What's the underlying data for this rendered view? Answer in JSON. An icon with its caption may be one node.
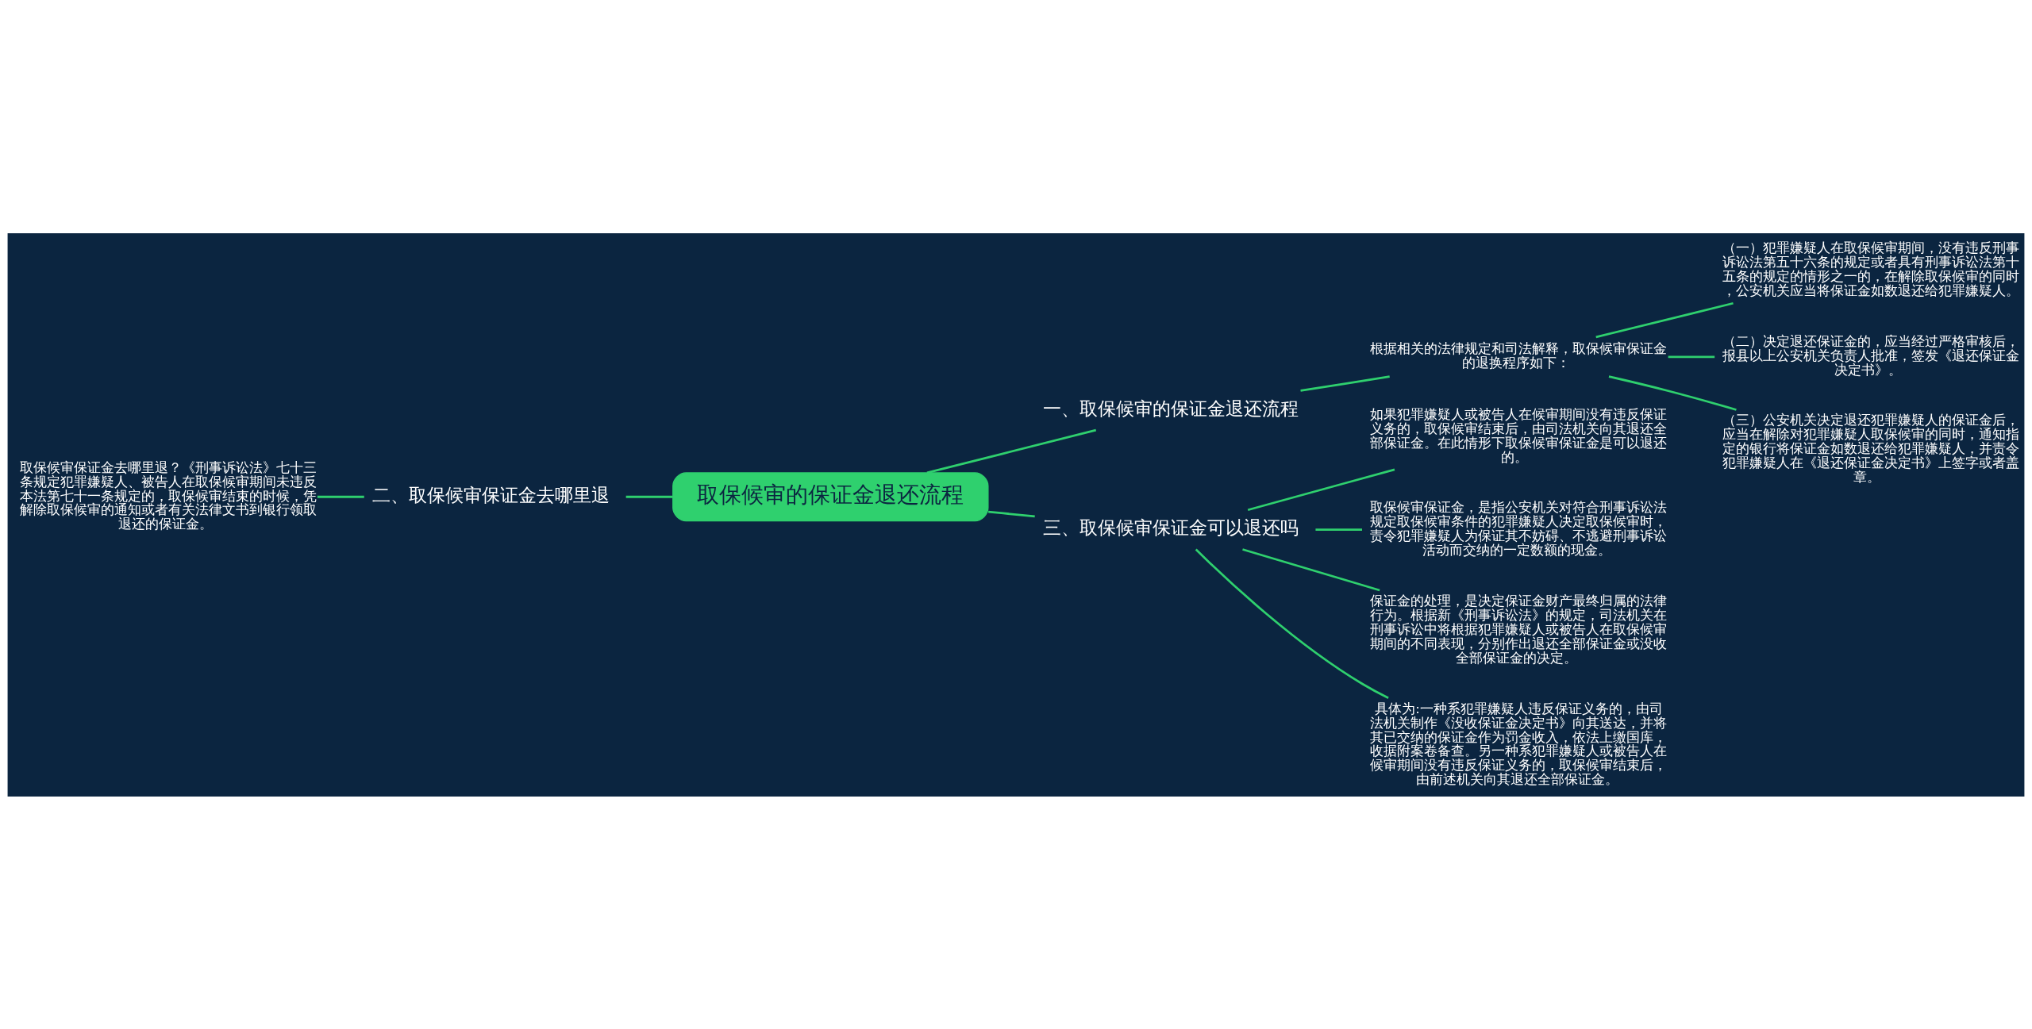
{
  "diagram": {
    "nodes": [
      {
        "text": [
          "取保候审的保证金退还流程"
        ]
      },
      {
        "text": [
          "一、取保候审的保证金退还流程"
        ]
      },
      {
        "text": [
          "根据相关的法律规定和司法解释，取保候审保证金的退换程序如下："
        ]
      },
      {
        "text": [
          "（一）犯罪嫌疑人在取保候审期间，没有违反刑事诉讼法第五十六条的规定或者具有刑事诉讼法第十五条的规定的情形之一的，在解除取保候审的同时，公安机关应当将保证金如数退还给犯罪嫌疑人。"
        ]
      },
      {
        "text": [
          "（二）决定退还保证金的，应当经过严格审核后，报县以上公安机关负责人批准，签发《退还保证金决定书》。"
        ]
      },
      {
        "text": [
          "（三）公安机关决定退还犯罪嫌疑人的保证金后，应当在解除对犯罪嫌疑人取保候审的同时，通知指定的银行将保证金如数退还给犯罪嫌疑人，并责令犯罪嫌疑人在《退还保证金决定书》上签字或者盖章。"
        ]
      },
      {
        "text": [
          "三、取保候审保证金可以退还吗"
        ]
      },
      {
        "text": [
          "如果犯罪嫌疑人或被告人在候审期间没有违反保证义务的，取保候审结束后，由司法机关向其退还全部保证金。在此情形下取保候审保证金是可以退还的。"
        ]
      },
      {
        "text": [
          "取保候审保证金，是指公安机关对符合刑事诉讼法规定取保候审条件的犯罪嫌疑人决定取保候审时，责令犯罪嫌疑人为保证其不妨碍、不逃避刑事诉讼活动而交纳的一定数额的现金。"
        ]
      },
      {
        "text": [
          "保证金的处理，是决定保证金财产最终归属的法律行为。根据新《刑事诉讼法》的规定，司法机关在刑事诉讼中将根据犯罪嫌疑人或被告人在取保候审期间的不同表现，分别作出退还全部保证金或没收全部保证金的决定。"
        ]
      },
      {
        "text": [
          "具体为:一种系犯罪嫌疑人违反保证义务的，由司法机关制作《没收保证金决定书》向其送达，并将其已交纳的保证金作为罚金收入，依法上缴国库，收据附案卷备查。另一种系犯罪嫌疑人或被告人在候审期间没有违反保证义务的，取保候审结束后，由前述机关向其退还全部保证金。"
        ]
      },
      {
        "text": [
          "二、取保候审保证金去哪里退"
        ]
      },
      {
        "text": [
          "取保候审保证金去哪里退？《刑事诉讼法》七十三条规定犯罪嫌疑人、被告人在取保候审期间未违反本法第七十一条规定的，取保候审结束的时候，凭解除取保候审的通知或者有关法律文书到银行领取退还的保证金。"
        ]
      }
    ],
    "edges": [
      {
        "from": 0,
        "to": 1,
        "arrow": "none"
      },
      {
        "from": 1,
        "to": 2,
        "arrow": "none"
      },
      {
        "from": 2,
        "to": 3,
        "arrow": "none"
      },
      {
        "from": 2,
        "to": 4,
        "arrow": "none"
      },
      {
        "from": 2,
        "to": 5,
        "arrow": "none"
      },
      {
        "from": 0,
        "to": 6,
        "arrow": "none"
      },
      {
        "from": 6,
        "to": 7,
        "arrow": "none"
      },
      {
        "from": 6,
        "to": 8,
        "arrow": "none"
      },
      {
        "from": 6,
        "to": 9,
        "arrow": "none"
      },
      {
        "from": 6,
        "to": 10,
        "arrow": "none"
      },
      {
        "from": 0,
        "to": 11,
        "arrow": "none"
      },
      {
        "from": 11,
        "to": 12,
        "arrow": "none"
      }
    ]
  }
}
